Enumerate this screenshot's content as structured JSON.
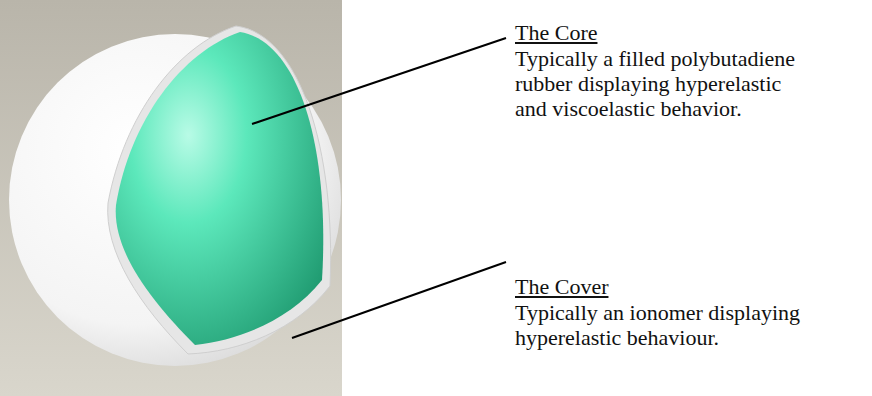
{
  "diagram": {
    "labels": [
      "The Core",
      "Typically a filled polybutadiene rubber displaying hyperelastic and viscoelastic behavior.",
      "The Cover",
      "Typically an ionomer displaying hyperelastic behaviour."
    ]
  }
}
